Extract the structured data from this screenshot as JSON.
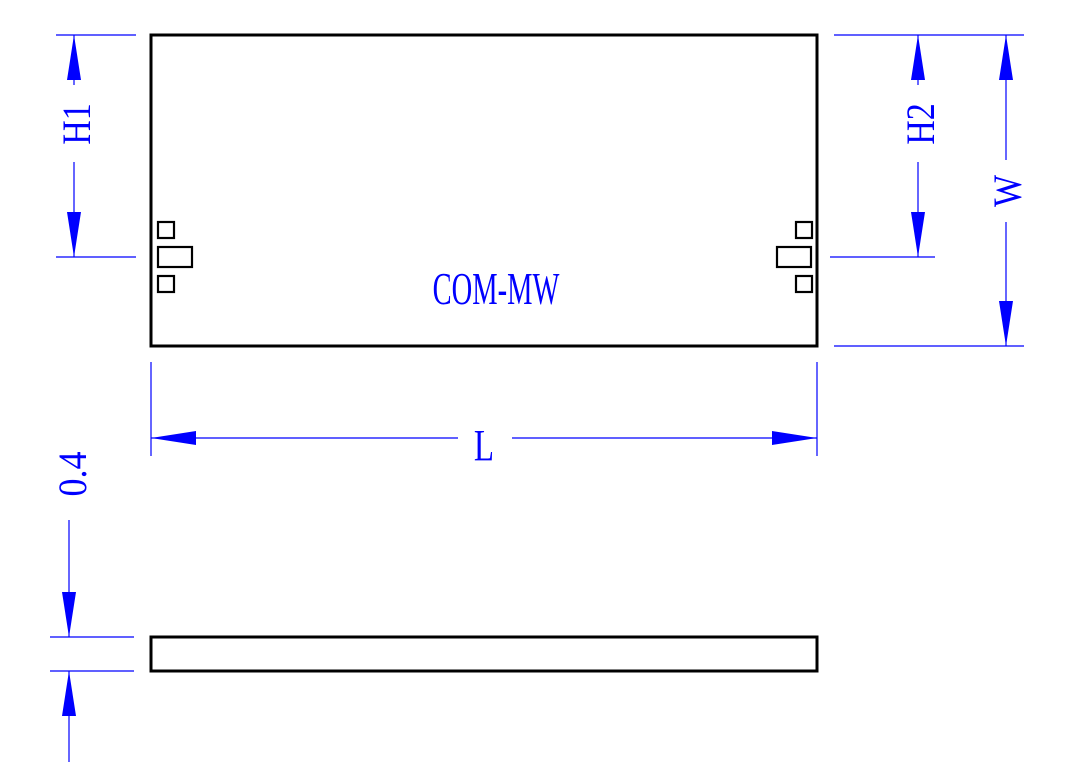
{
  "diagram": {
    "module_label": "COM-MW",
    "dimensions": {
      "length": "L",
      "width": "W",
      "height_1": "H1",
      "height_2": "H2",
      "thickness": "0.4"
    },
    "colors": {
      "outline": "#000000",
      "dimension": "#0000ff",
      "background": "#ffffff"
    }
  }
}
